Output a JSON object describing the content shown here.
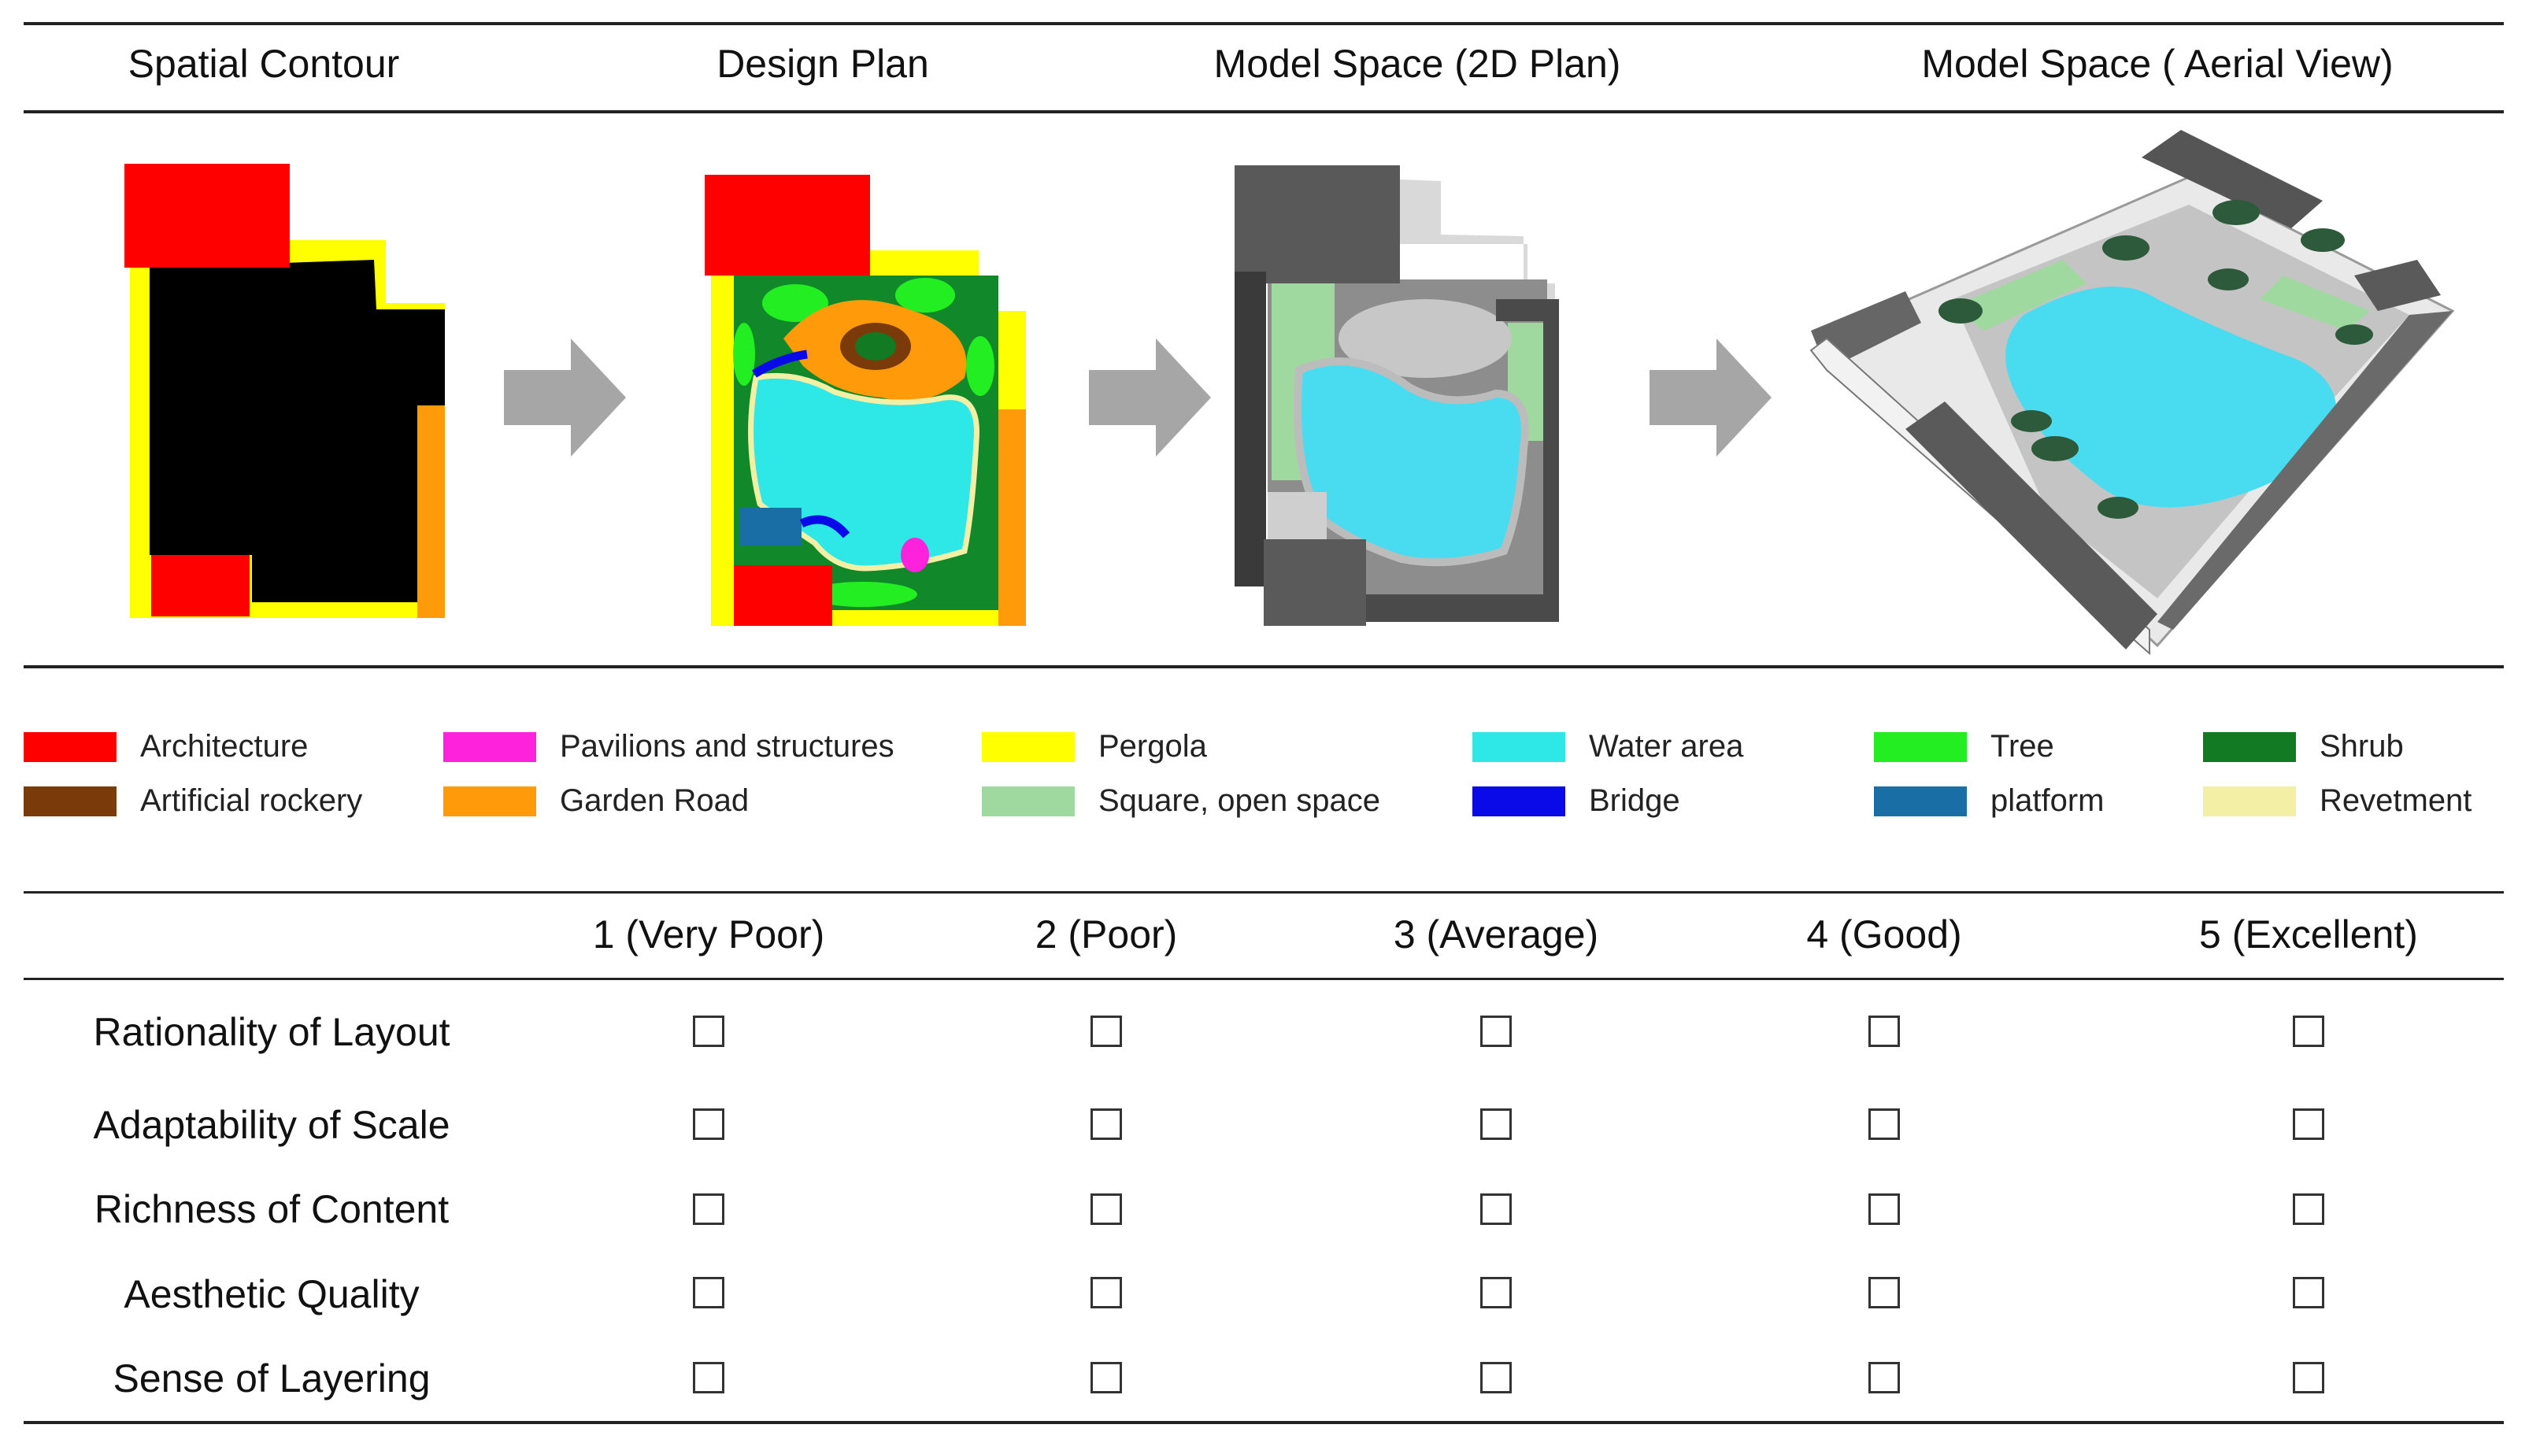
{
  "columns": [
    {
      "title": "Spatial Contour"
    },
    {
      "title": "Design Plan"
    },
    {
      "title": "Model Space (2D Plan)"
    },
    {
      "title": "Model Space ( Aerial View)"
    }
  ],
  "legend": [
    {
      "label": "Architecture",
      "color": "#ff0000"
    },
    {
      "label": "Pavilions and structures",
      "color": "#ff22dd"
    },
    {
      "label": "Pergola",
      "color": "#ffff00"
    },
    {
      "label": "Water area",
      "color": "#2ee8e8"
    },
    {
      "label": "Tree",
      "color": "#22ee22"
    },
    {
      "label": "Shrub",
      "color": "#117a22"
    },
    {
      "label": "Artificial rockery",
      "color": "#7a3a0a"
    },
    {
      "label": "Garden Road",
      "color": "#ff9a0a"
    },
    {
      "label": "Square, open space",
      "color": "#9fd99f"
    },
    {
      "label": "Bridge",
      "color": "#0a0ae8"
    },
    {
      "label": "platform",
      "color": "#1a6ea6"
    },
    {
      "label": "Revetment",
      "color": "#f3f0a6"
    }
  ],
  "rating": {
    "scale": [
      "1 (Very Poor)",
      "2 (Poor)",
      "3 (Average)",
      "4 (Good)",
      "5 (Excellent)"
    ],
    "criteria": [
      "Rationality of Layout",
      "Adaptability of Scale",
      "Richness of Content",
      "Aesthetic Quality",
      "Sense of Layering"
    ]
  }
}
